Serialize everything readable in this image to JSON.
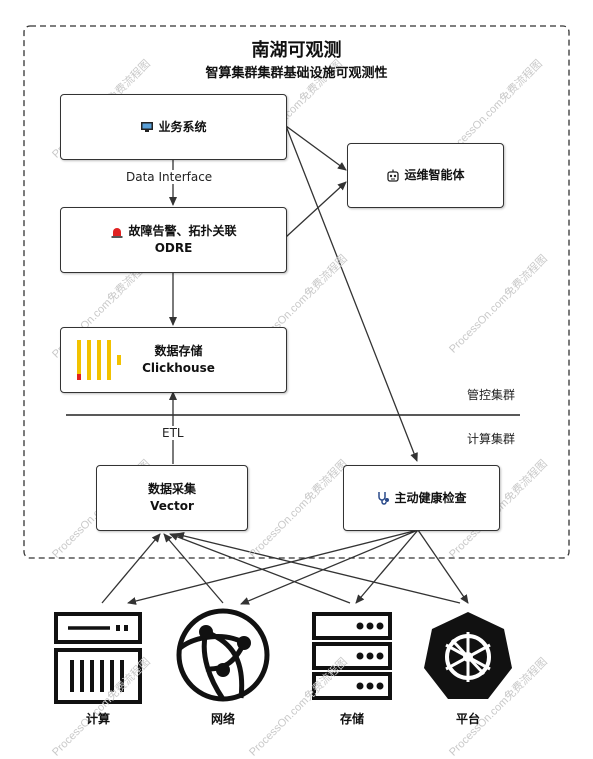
{
  "header": {
    "title": "南湖可观测",
    "subtitle": "智算集群集群基础设施可观测性"
  },
  "nodes": {
    "business": {
      "label": "业务系统",
      "icon": "monitor-icon"
    },
    "ops_agent": {
      "label": "运维智能体",
      "icon": "robot-icon"
    },
    "odre": {
      "line1": "故障告警、拓扑关联",
      "line2": "ODRE",
      "icon": "siren-icon"
    },
    "storage": {
      "line1": "数据存储",
      "line2": "Clickhouse",
      "icon": "clickhouse-logo"
    },
    "collector": {
      "line1": "数据采集",
      "line2": "Vector"
    },
    "health": {
      "label": "主动健康检查",
      "icon": "stethoscope-icon"
    }
  },
  "edges": {
    "data_interface": "Data Interface",
    "etl": "ETL"
  },
  "zones": {
    "management": "管控集群",
    "compute": "计算集群"
  },
  "devices": [
    {
      "label": "计算",
      "icon": "server-icon"
    },
    {
      "label": "网络",
      "icon": "network-globe-icon"
    },
    {
      "label": "存储",
      "icon": "storage-rack-icon"
    },
    {
      "label": "平台",
      "icon": "kubernetes-icon"
    }
  ],
  "watermark": "ProcessOn.com免费流程图",
  "colors": {
    "clickhouse_bar": "#f2c200",
    "clickhouse_accent": "#e0201b",
    "line": "#333333",
    "device": "#111111"
  }
}
